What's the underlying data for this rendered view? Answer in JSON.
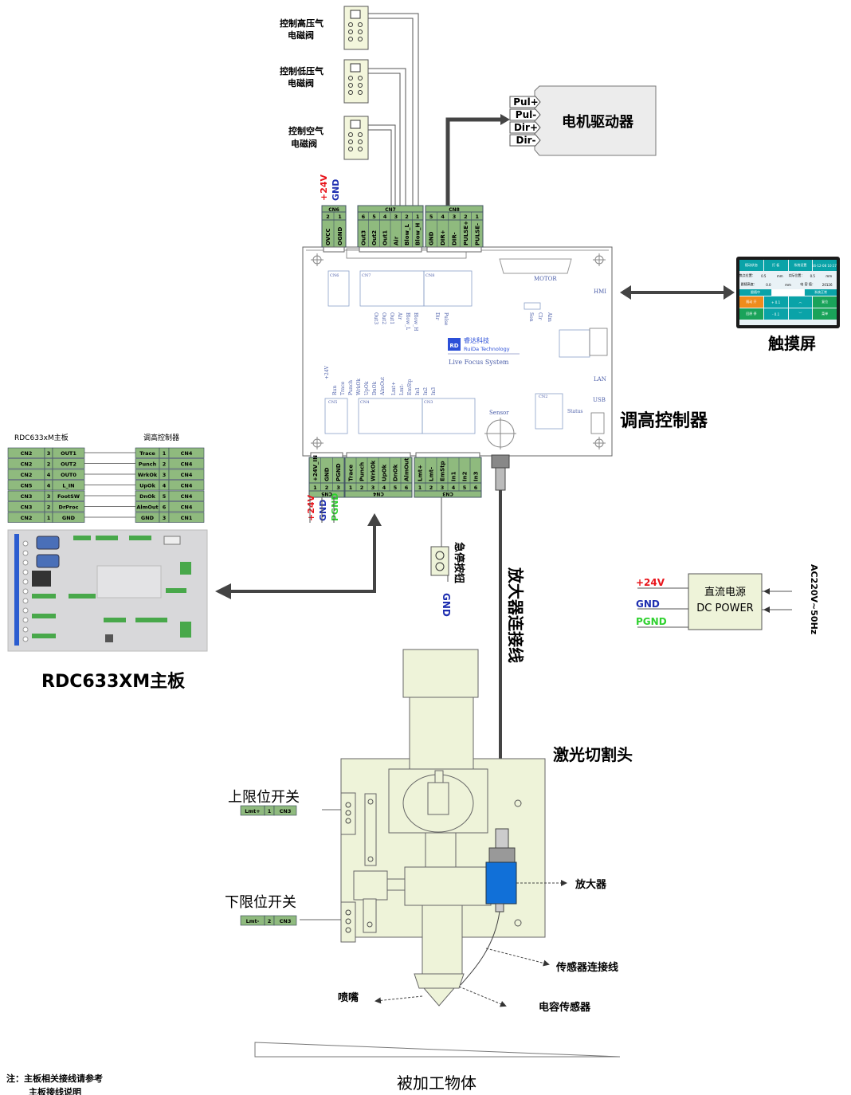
{
  "valves": {
    "high": "控制高压气\n电磁阀",
    "low": "控制低压气\n电磁阀",
    "air": "控制空气\n电磁阀"
  },
  "driver": {
    "title": "电机驱动器",
    "pins": [
      "Pul+",
      "Pul-",
      "Dir+",
      "Dir-"
    ]
  },
  "touch_label": "触摸屏",
  "controller_label": "调高控制器",
  "cn6": {
    "name": "CN6",
    "nums": [
      "2",
      "1"
    ],
    "pins": [
      "OVCC",
      "OGND"
    ],
    "supply": [
      "+24V",
      "GND"
    ]
  },
  "cn7": {
    "name": "CN7",
    "nums": [
      "6",
      "5",
      "4",
      "3",
      "2",
      "1"
    ],
    "pins": [
      "Out3",
      "Out2",
      "Out1",
      "Air",
      "Blow_L",
      "Blow_H"
    ]
  },
  "cn8": {
    "name": "CN8",
    "nums": [
      "5",
      "4",
      "3",
      "2",
      "1"
    ],
    "pins": [
      "GND",
      "DIR+",
      "DIR-",
      "PULSE+",
      "PULSE-"
    ]
  },
  "cn5": {
    "name": "CN5",
    "nums": [
      "1",
      "2",
      "3"
    ],
    "pins": [
      "+24V_IN",
      "GND",
      "PGND"
    ],
    "supply": [
      "+24V",
      "GND",
      "PGND"
    ]
  },
  "cn4": {
    "name": "CN4",
    "nums": [
      "1",
      "2",
      "3",
      "4",
      "5",
      "6"
    ],
    "pins": [
      "Trace",
      "Punch",
      "WrkOk",
      "UpOk",
      "DnOk",
      "AlmOut"
    ]
  },
  "cn3": {
    "name": "CN3",
    "nums": [
      "1",
      "2",
      "3",
      "4",
      "5",
      "6"
    ],
    "pins": [
      "Lmt+",
      "Lmt-",
      "EmStp",
      "In1",
      "In2",
      "In3"
    ]
  },
  "board_text": {
    "brand_cn": "睿达科技",
    "brand_en": "RuiDa Technology",
    "system": "Live Focus System",
    "motor": "MOTOR",
    "hmi": "HMI",
    "lan": "LAN",
    "usb": "USB",
    "sensor": "Sensor",
    "status": "Status"
  },
  "hmi_screen": {
    "r1": [
      "随动状态",
      "打 板",
      "系统设置",
      "2016-12-08\n10:17:25"
    ],
    "r2": [
      "焦点位置：",
      "0.5",
      "mm",
      "实际位置：",
      "0.5",
      "mm"
    ],
    "r3": [
      "跟随高度：",
      "0.0",
      "mm",
      "电 容 值：",
      "20126"
    ],
    "r4": [
      "跟随中",
      "",
      "系统正常"
    ],
    "r5": [
      "随动 开",
      "+ 0.1",
      "︿",
      "复位"
    ],
    "r6": [
      "回原 停",
      "- 0.1",
      "﹀",
      "菜单"
    ]
  },
  "mapping": {
    "left_title": "RDC633xM主板",
    "right_title": "调高控制器",
    "rows": [
      [
        "CN2",
        "3",
        "OUT1",
        "Trace",
        "1",
        "CN4"
      ],
      [
        "CN2",
        "2",
        "OUT2",
        "Punch",
        "2",
        "CN4"
      ],
      [
        "CN2",
        "4",
        "OUT0",
        "WrkOk",
        "3",
        "CN4"
      ],
      [
        "CN5",
        "4",
        "L_IN",
        "UpOk",
        "4",
        "CN4"
      ],
      [
        "CN3",
        "3",
        "FootSW",
        "DnOk",
        "5",
        "CN4"
      ],
      [
        "CN3",
        "2",
        "DrProc",
        "AlmOut",
        "6",
        "CN4"
      ],
      [
        "CN2",
        "1",
        "GND",
        "GND",
        "3",
        "CN1"
      ]
    ]
  },
  "mainboard_label": "RDC633XM主板",
  "estop": {
    "label": "急停按钮",
    "gnd": "GND"
  },
  "amp_cable": "放大器连接线",
  "power": {
    "cn": "直流电源",
    "en": "DC POWER",
    "outputs": [
      "+24V",
      "GND",
      "PGND"
    ],
    "input": "AC220V~50Hz"
  },
  "head": {
    "title": "激光切割头",
    "upper": "上限位开关",
    "lower": "下限位开关",
    "upper_conn": [
      "Lmt+",
      "1",
      "CN3"
    ],
    "lower_conn": [
      "Lmt-",
      "2",
      "CN3"
    ],
    "amplifier": "放大器",
    "sensor_cable": "传感器连接线",
    "nozzle": "喷嘴",
    "cap_sensor": "电容传感器"
  },
  "workpiece": "被加工物体",
  "note": [
    "注：主板相关接线请参考",
    "主板接线说明"
  ],
  "colors": {
    "red": "#e8141b",
    "blue": "#1e2fb0",
    "green": "#2fd12f",
    "connector": "#8fba7e",
    "head_fill": "#eef3d9",
    "hmi_teal": "#0aa3a8",
    "hmi_orange": "#f08c1c",
    "hmi_green": "#1aa35a"
  }
}
